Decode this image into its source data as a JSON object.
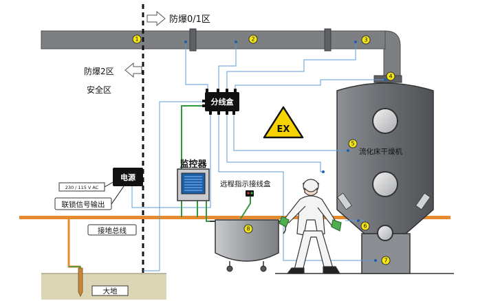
{
  "zones": {
    "hazard_zone": "防爆0/1区",
    "zone2": "防爆2区",
    "safe_zone": "安全区"
  },
  "labels": {
    "junction_box": "分线盒",
    "monitor": "监控器",
    "power": "电源",
    "voltage": "230 / 115 V AC",
    "interlock": "联锁信号输出",
    "remote_box": "远程指示接线盒",
    "dryer": "流化床干燥机",
    "ground_bus": "接地总线",
    "earth": "大地",
    "ex_mark": "EX"
  },
  "points": [
    "1",
    "2",
    "3",
    "4",
    "5",
    "6",
    "7",
    "8"
  ],
  "colors": {
    "pipe": "#7d7f82",
    "signal_wire": "#5b9bd5",
    "ground_wire": "#2e9a3c",
    "ground_bus": "#e58a2e",
    "marker": "#f5e614",
    "warning": "#f7d300",
    "earth": "#dcd6b6"
  }
}
